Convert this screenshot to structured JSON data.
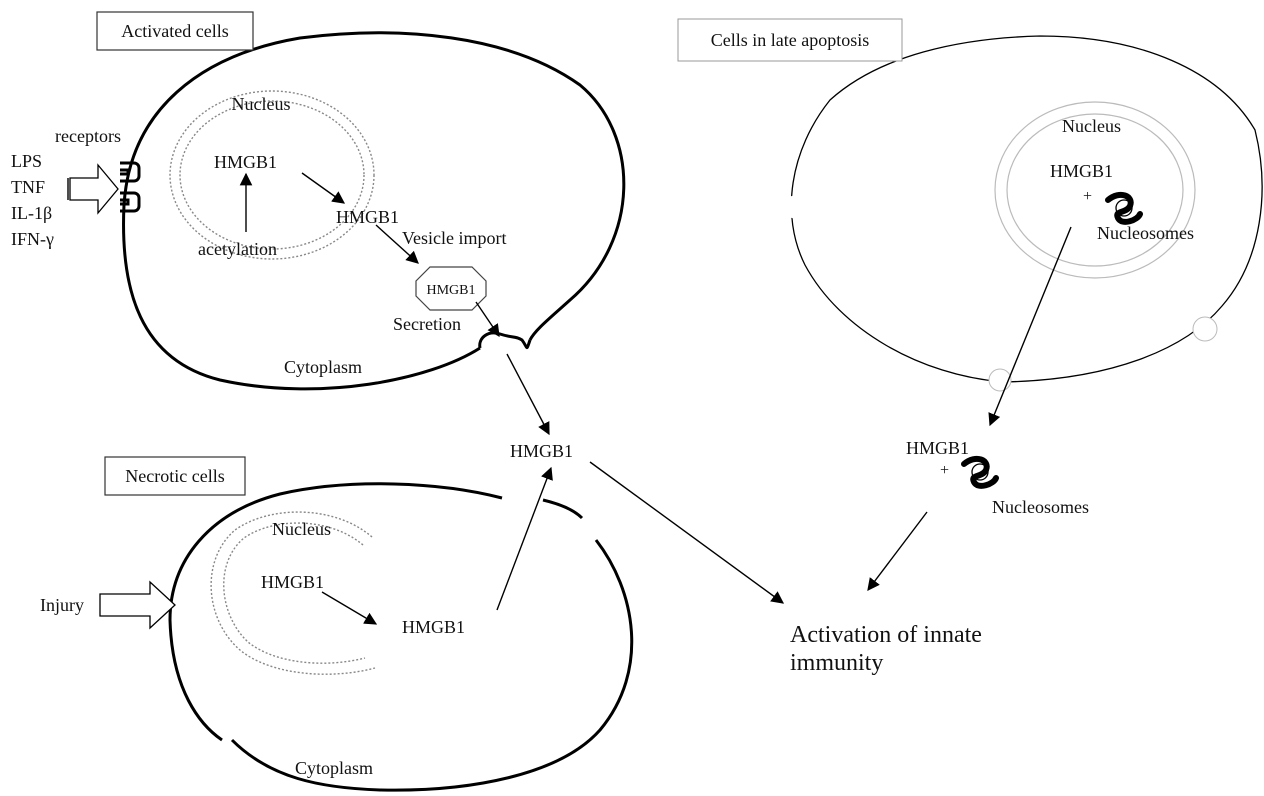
{
  "activated": {
    "title": "Activated cells",
    "nucleus": "Nucleus",
    "receptors": "receptors",
    "stimuli": [
      "LPS",
      "TNF",
      "IL-1β",
      "IFN-γ"
    ],
    "hmgb1_nucleus": "HMGB1",
    "acetylation": "acetylation",
    "hmgb1_cytoplasm": "HMGB1",
    "vesicle_import": "Vesicle import",
    "vesicle_hmgb1": "HMGB1",
    "secretion": "Secretion",
    "cytoplasm": "Cytoplasm"
  },
  "extracellular": {
    "hmgb1": "HMGB1"
  },
  "necrotic": {
    "title": "Necrotic cells",
    "nucleus": "Nucleus",
    "hmgb1_nucleus": "HMGB1",
    "hmgb1_cytoplasm": "HMGB1",
    "injury": "Injury",
    "cytoplasm": "Cytoplasm"
  },
  "apoptosis": {
    "title": "Cells in late apoptosis",
    "nucleus": "Nucleus",
    "hmgb1": "HMGB1",
    "plus": "+",
    "nucleosomes": "Nucleosomes"
  },
  "released_complex": {
    "hmgb1": "HMGB1",
    "plus": "+",
    "nucleosomes": "Nucleosomes"
  },
  "outcome": {
    "line1": "Activation of innate",
    "line2": "immunity"
  }
}
